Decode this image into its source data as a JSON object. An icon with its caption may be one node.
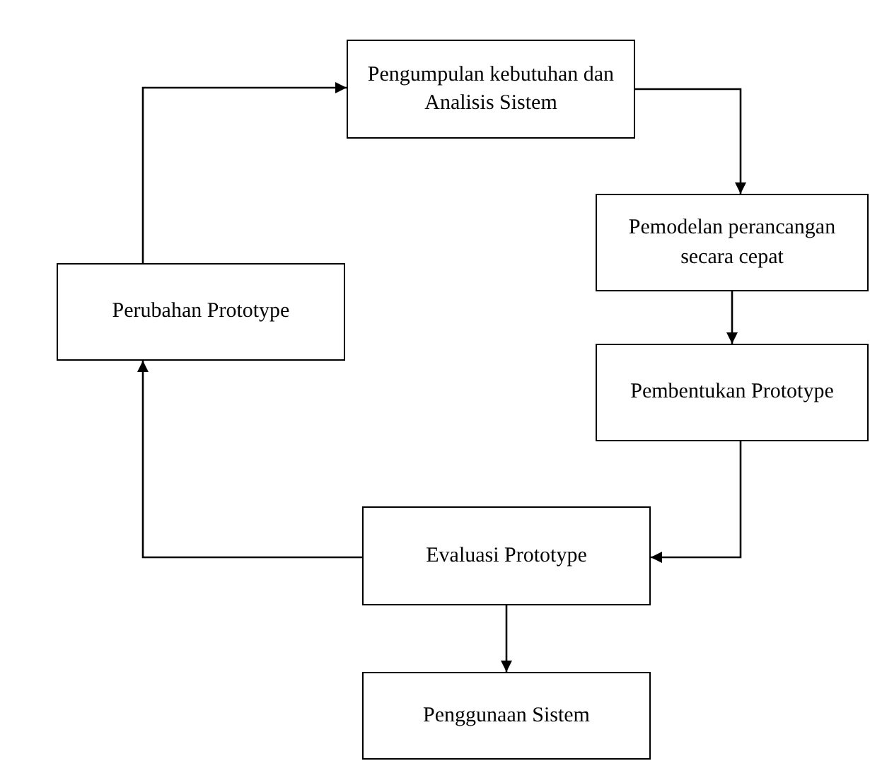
{
  "diagram": {
    "nodes": [
      {
        "text": [
          "Pengumpulan kebutuhan dan Analisis Sistem"
        ]
      },
      {
        "text": [
          "Pemodelan perancangan secara cepat"
        ]
      },
      {
        "text": [
          "Pembentukan Prototype"
        ]
      },
      {
        "text": [
          "Evaluasi Prototype"
        ]
      },
      {
        "text": [
          "Penggunaan Sistem"
        ]
      },
      {
        "text": [
          "Perubahan Prototype"
        ]
      }
    ],
    "edges": [
      {
        "from": 0,
        "to": 1,
        "arrow": "to"
      },
      {
        "from": 1,
        "to": 2,
        "arrow": "to"
      },
      {
        "from": 2,
        "to": 3,
        "arrow": "to"
      },
      {
        "from": 3,
        "to": 4,
        "arrow": "to"
      },
      {
        "from": 3,
        "to": 5,
        "arrow": "to"
      },
      {
        "from": 5,
        "to": 0,
        "arrow": "to"
      }
    ]
  }
}
